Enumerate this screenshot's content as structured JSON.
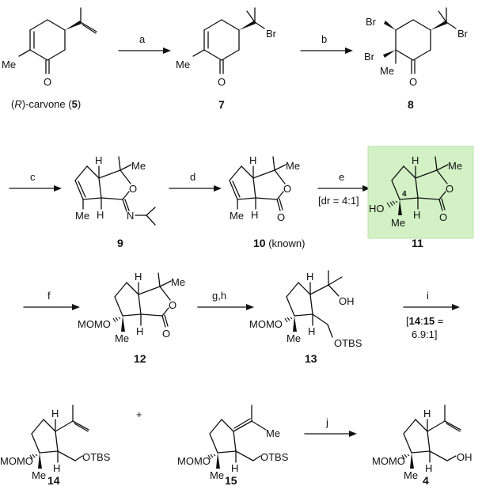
{
  "compounds": {
    "carvone": {
      "prefix": "(",
      "r": "R",
      "mid": ")-carvone (",
      "num": "5",
      "suffix": ")"
    },
    "c7": "7",
    "c8": "8",
    "c9": "9",
    "c10": {
      "num": "10",
      "note": " (known)"
    },
    "c11": "11",
    "c12": "12",
    "c13": "13",
    "c14": "14",
    "c15": "15",
    "c4": "4"
  },
  "reagents": {
    "a": "a",
    "b": "b",
    "c": "c",
    "d": "d",
    "e": "e",
    "e_note": "[dr = 4:1]",
    "f": "f",
    "gh": "g,h",
    "i": "i",
    "i_note": {
      "open": "[",
      "a": "14",
      "colon": ":",
      "b": "15",
      "eq": " =",
      "line2": "6.9:1]"
    },
    "j": "j",
    "plus": "+"
  },
  "atoms": {
    "me": "Me",
    "br": "Br",
    "o": "O",
    "h": "H",
    "n": "N",
    "oh": "OH",
    "ho": "HO",
    "mom": "MOMO",
    "otbs": "OTBS",
    "c4label": "4"
  },
  "colors": {
    "highlight": "#d2f2c6",
    "ink": "#111111"
  }
}
